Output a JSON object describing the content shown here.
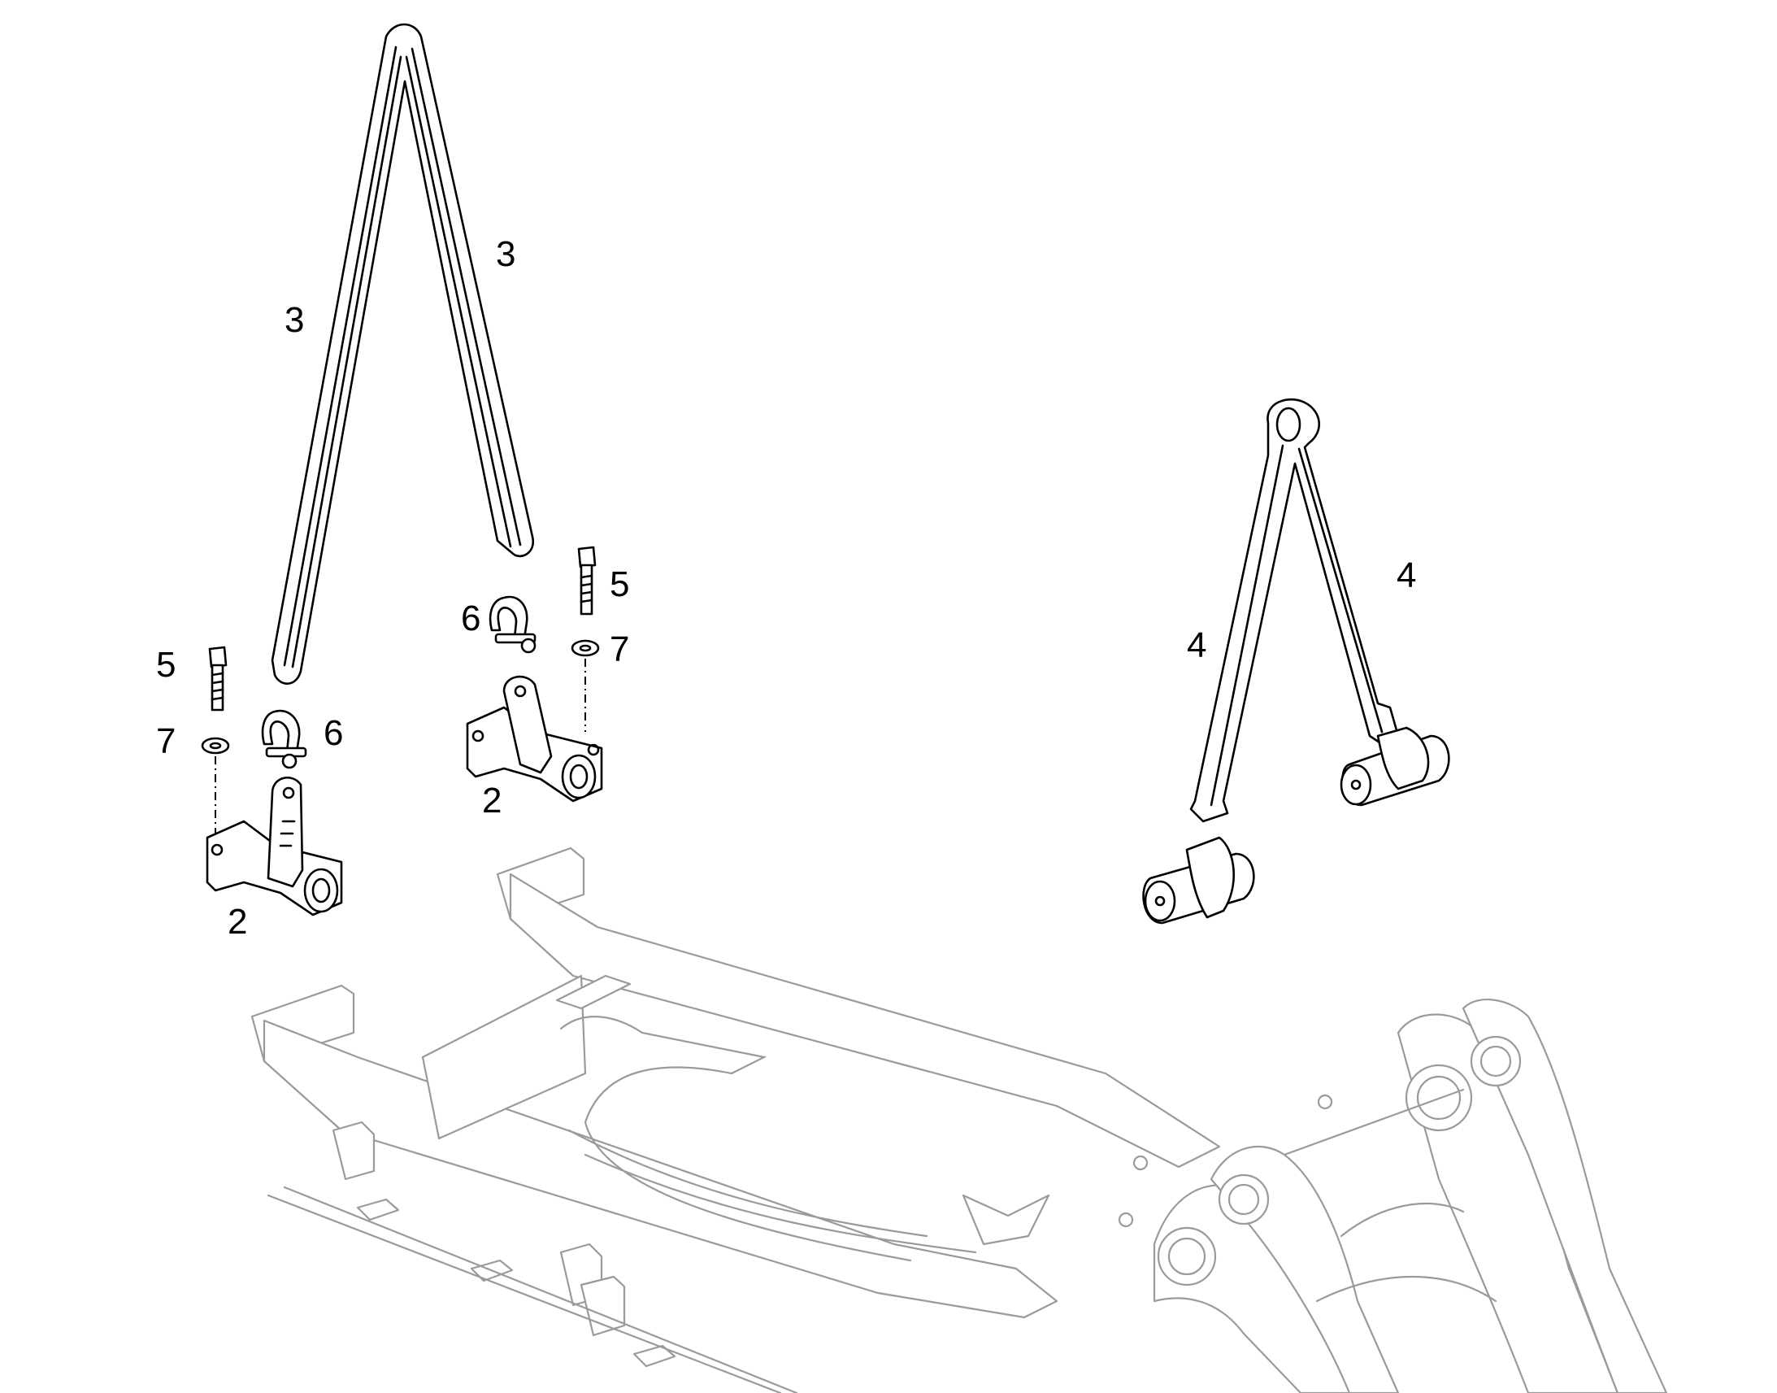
{
  "callouts": {
    "c3a": "3",
    "c3b": "3",
    "c5a": "5",
    "c7a": "7",
    "c6a": "6",
    "c2a": "2",
    "c6b": "6",
    "c5b": "5",
    "c7b": "7",
    "c2b": "2",
    "c4a": "4",
    "c4b": "4"
  },
  "colors": {
    "line": "#000000",
    "ghost_structure": "#9a9a9a",
    "background": "#ffffff"
  }
}
